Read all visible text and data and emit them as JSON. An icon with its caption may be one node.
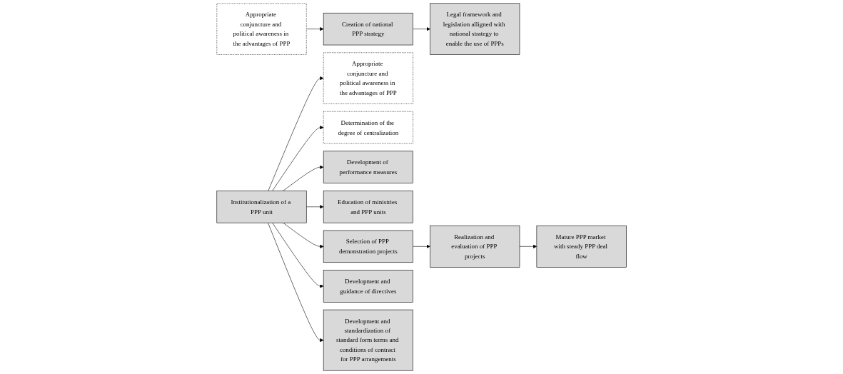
{
  "diagram": {
    "nodes": [
      {
        "text": [
          "Appropriate conjuncture and political awareness in the advantages of PPP"
        ]
      },
      {
        "text": [
          "Creation of national PPP strategy"
        ]
      },
      {
        "text": [
          "Legal framework and legislation alligned with national strategy to enable the use of PPPs"
        ]
      },
      {
        "text": [
          "Appropriate conjuncture and political awareness in the advantages of PPP"
        ]
      },
      {
        "text": [
          "Institutionalization of a PPP unit"
        ]
      },
      {
        "text": [
          "Determination of the degree of centralization"
        ]
      },
      {
        "text": [
          "Development of performance measures"
        ]
      },
      {
        "text": [
          "Education of ministries and PPP units"
        ]
      },
      {
        "text": [
          "Selection of PPP demonstration projects"
        ]
      },
      {
        "text": [
          "Development and guidance of directives"
        ]
      },
      {
        "text": [
          "Development and standardization of standard form terms and conditions of contract for PPP arrangements"
        ]
      },
      {
        "text": [
          "Realization and evaluation of PPP projects"
        ]
      },
      {
        "text": [
          "Mature PPP market with steady PPP deal flow"
        ]
      }
    ],
    "edges": [
      {
        "from": 0,
        "to": 1,
        "arrow": "to"
      },
      {
        "from": 1,
        "to": 2,
        "arrow": "to"
      },
      {
        "from": 4,
        "to": 3,
        "arrow": "to"
      },
      {
        "from": 4,
        "to": 5,
        "arrow": "to"
      },
      {
        "from": 4,
        "to": 6,
        "arrow": "to"
      },
      {
        "from": 4,
        "to": 7,
        "arrow": "to"
      },
      {
        "from": 4,
        "to": 8,
        "arrow": "to"
      },
      {
        "from": 4,
        "to": 9,
        "arrow": "to"
      },
      {
        "from": 4,
        "to": 10,
        "arrow": "to"
      },
      {
        "from": 8,
        "to": 11,
        "arrow": "to"
      },
      {
        "from": 11,
        "to": 12,
        "arrow": "to"
      }
    ]
  }
}
